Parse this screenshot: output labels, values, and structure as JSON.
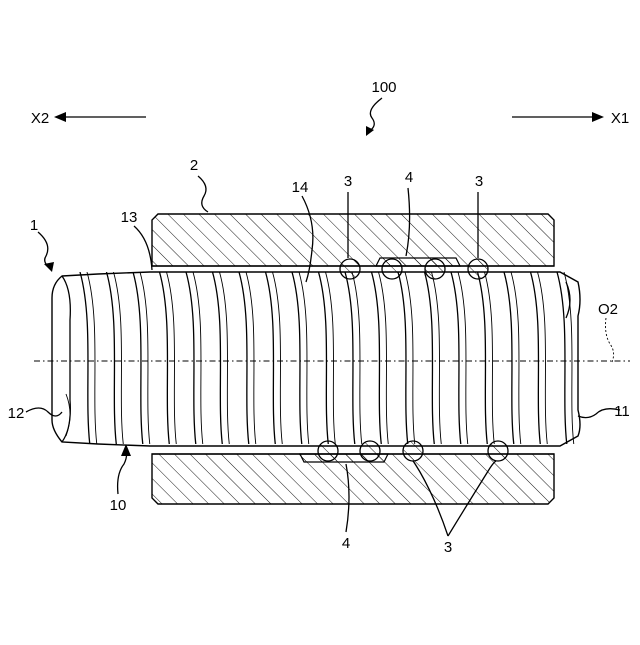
{
  "labels": {
    "assembly": "100",
    "dir_left": "X2",
    "dir_right": "X1",
    "screw": "1",
    "nut": "2",
    "ball_top_left": "3",
    "ball_top_right": "3",
    "ball_bottom": "3",
    "deflector_top": "4",
    "deflector_bottom": "4",
    "thread": "10",
    "end_right": "11",
    "end_left": "12",
    "groove": "13",
    "nut_groove": "14",
    "axis": "O2"
  }
}
